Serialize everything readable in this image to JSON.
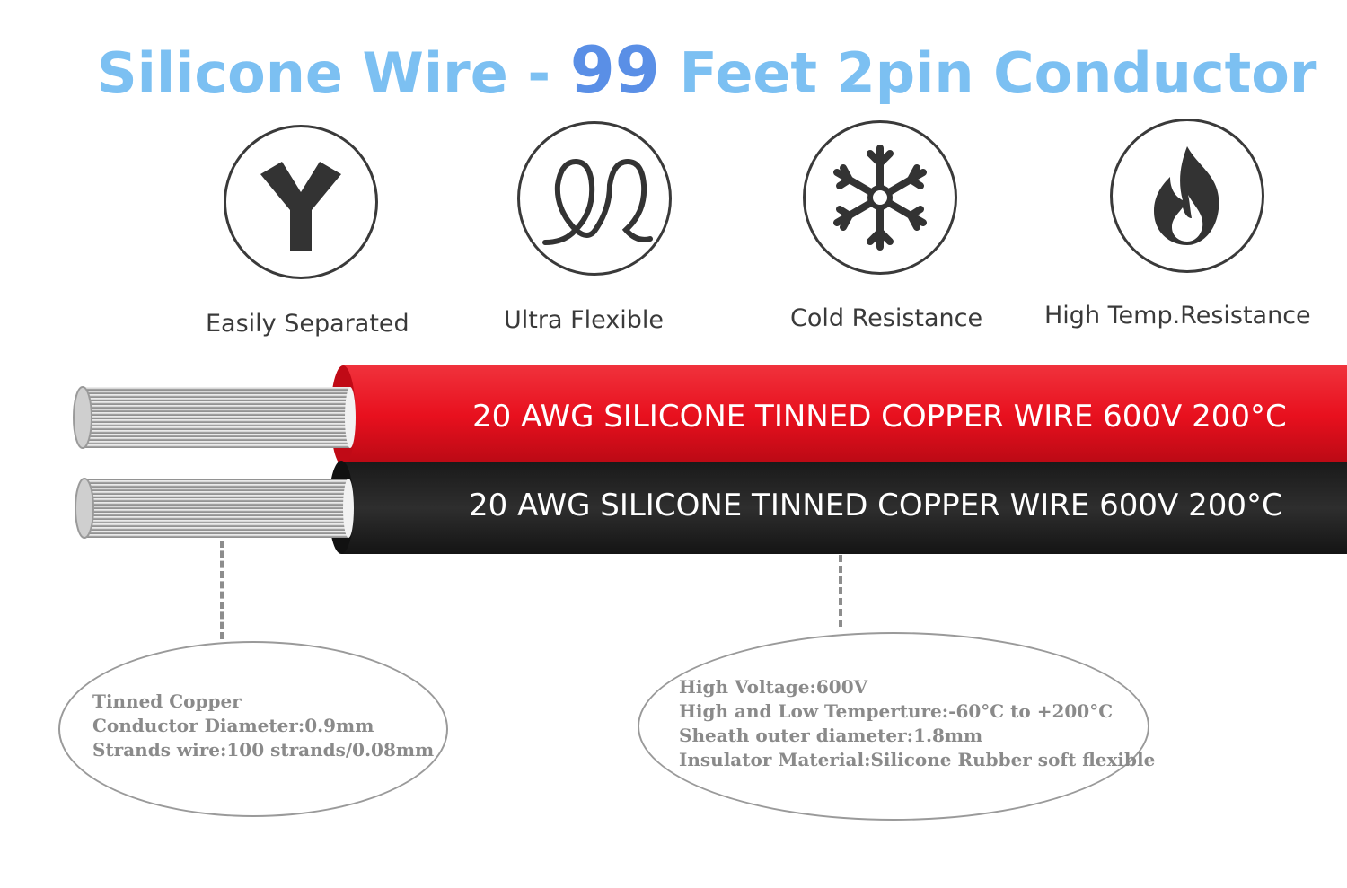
{
  "title": {
    "prefix": "Silicone Wire - ",
    "number": "99",
    "suffix": " Feet 2pin Conductor"
  },
  "features": [
    {
      "icon": "y-split-icon",
      "label": "Easily Separated"
    },
    {
      "icon": "coil-loops-icon",
      "label": "Ultra Flexible"
    },
    {
      "icon": "snowflake-icon",
      "label": "Cold Resistance"
    },
    {
      "icon": "flame-icon",
      "label": "High Temp.Resistance"
    }
  ],
  "wires": {
    "red_label": "20 AWG SILICONE TINNED COPPER WIRE 600V 200°C",
    "black_label": "20 AWG SILICONE TINNED COPPER WIRE 600V 200°C",
    "colors": {
      "red": "#e8101e",
      "black": "#2b2b2b",
      "conductor": "#c9c9c9"
    }
  },
  "conductor_specs": [
    "Tinned Copper",
    "Conductor Diameter:0.9mm",
    "Strands wire:100 strands/0.08mm"
  ],
  "insulation_specs": [
    "High Voltage:600V",
    "High and Low Temperture:-60°C to +200°C",
    "Sheath outer diameter:1.8mm",
    "Insulator Material:Silicone Rubber soft flexible"
  ],
  "colors": {
    "title": "#7cc0f2",
    "title_number": "#5a8fe6",
    "spec_text": "#8a8a8a"
  }
}
